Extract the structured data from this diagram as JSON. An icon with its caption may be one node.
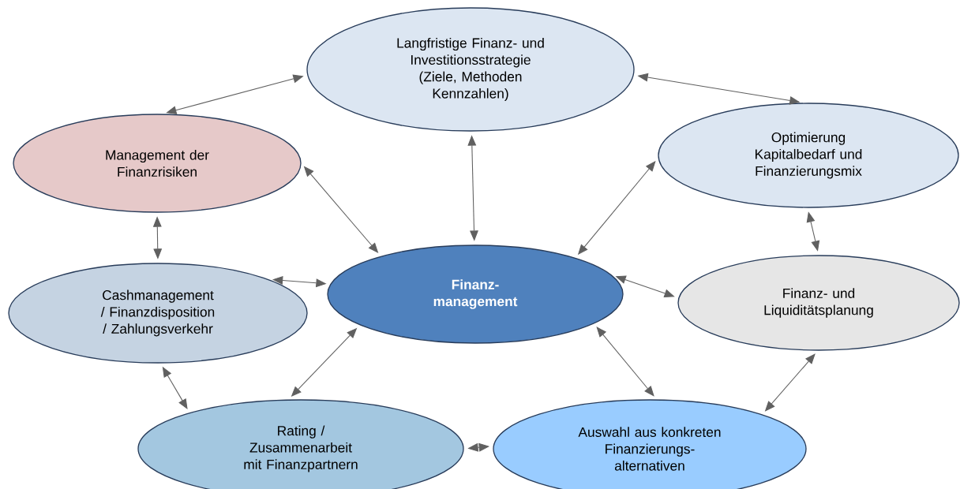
{
  "diagram": {
    "nodes": [
      {
        "text": [
          "Langfristige Finanz- und Investitionsstrategie (Ziele, Methoden Kennzahlen)"
        ]
      },
      {
        "text": [
          "Management der Finanzrisiken"
        ]
      },
      {
        "text": [
          "Optimierung Kapitalbedarf und Finanzierungsmix"
        ]
      },
      {
        "text": [
          "Finanz-management"
        ]
      },
      {
        "text": [
          "Cashmanagement / Finanzdisposition / Zahlungsverkehr"
        ]
      },
      {
        "text": [
          "Finanz- und Liquiditätsplanung"
        ]
      },
      {
        "text": [
          "Rating / Zusammenarbeit mit Finanzpartnern"
        ]
      },
      {
        "text": [
          "Auswahl aus konkreten Finanzierungs-alternativen"
        ]
      }
    ],
    "edges": [
      {
        "from": 1,
        "to": 0,
        "arrow": "both"
      },
      {
        "from": 0,
        "to": 2,
        "arrow": "both"
      },
      {
        "from": 0,
        "to": 3,
        "arrow": "both"
      },
      {
        "from": 1,
        "to": 3,
        "arrow": "both"
      },
      {
        "from": 2,
        "to": 3,
        "arrow": "both"
      },
      {
        "from": 1,
        "to": 4,
        "arrow": "both"
      },
      {
        "from": 4,
        "to": 3,
        "arrow": "both"
      },
      {
        "from": 3,
        "to": 5,
        "arrow": "both"
      },
      {
        "from": 2,
        "to": 5,
        "arrow": "both"
      },
      {
        "from": 4,
        "to": 6,
        "arrow": "both"
      },
      {
        "from": 6,
        "to": 3,
        "arrow": "both"
      },
      {
        "from": 6,
        "to": 7,
        "arrow": "both"
      },
      {
        "from": 3,
        "to": 7,
        "arrow": "both"
      },
      {
        "from": 7,
        "to": 5,
        "arrow": "both"
      }
    ]
  }
}
